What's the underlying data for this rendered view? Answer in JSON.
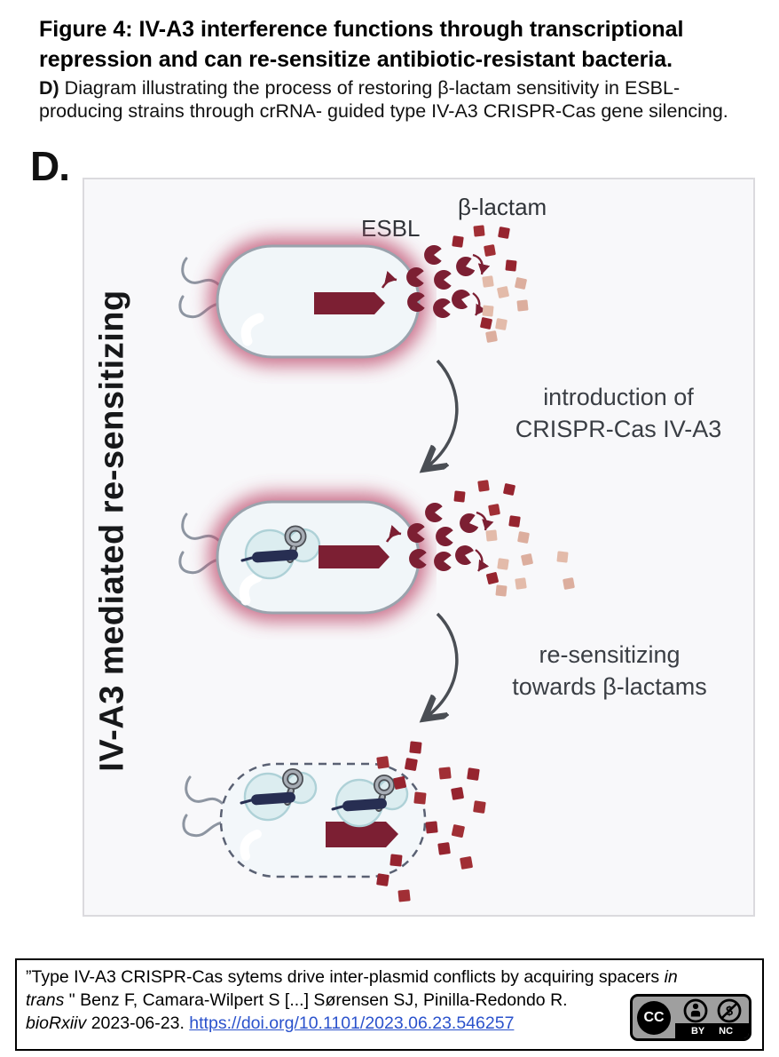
{
  "header": {
    "title": "Figure 4: IV-A3 interference functions through transcriptional\nrepression and can re-sensitize antibiotic-resistant bacteria.",
    "caption_label": "D)",
    "caption_text": " Diagram illustrating the process of restoring β-lactam sensitivity in ESBL-\nproducing strains through crRNA- guided type IV-A3 CRISPR-Cas gene silencing."
  },
  "panel": {
    "label": "D.",
    "side_label": "IV-A3 mediated re-sensitizing",
    "esbl_label": "ESBL",
    "beta_lactam_label": "β-lactam",
    "step1_label": "introduction of\nCRISPR-Cas IV-A3",
    "step2_label": "re-sensitizing\ntowards β-lactams"
  },
  "citation": {
    "line1_normal": "”Type IV-A3 CRISPR-Cas sytems drive inter-plasmid conflicts by acquiring spacers ",
    "line1_italic": "in",
    "line2_italic": "trans",
    "line2_normal": " \" Benz F, Camara-Wilpert S [...] Sørensen SJ, Pinilla-Redondo R.",
    "line3_italic": "bioRxiiv",
    "line3_normal": " 2023-06-23. ",
    "link_text": "https://doi.org/10.1101/2023.06.23.546257",
    "license": {
      "cc": "CC",
      "by": "BY",
      "nc": "NC"
    }
  },
  "colors": {
    "maroon": "#7c1f33",
    "square_dark": "#96242f",
    "square_faded": "#e3bbaa",
    "cell_glow": "#c05070",
    "cell_fill": "#f1f6f9",
    "cell_stroke": "#9aa3ad",
    "plasmid_fill": "#dcedf0",
    "cas_navy": "#272e52",
    "arrow_gray": "#4a4e54",
    "link_blue": "#2a52cc"
  }
}
